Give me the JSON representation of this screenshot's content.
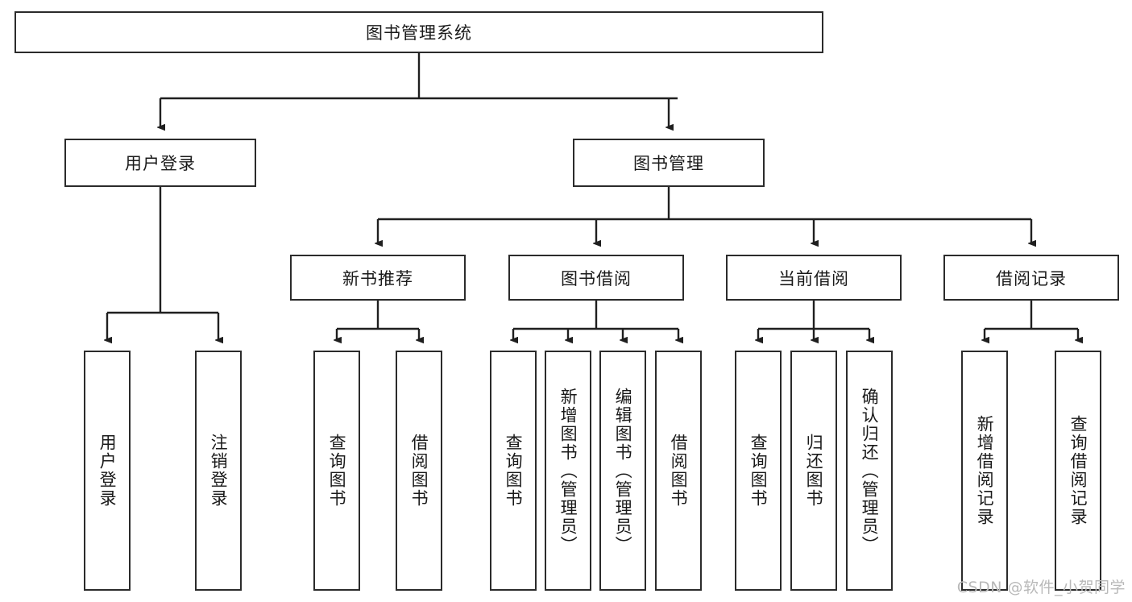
{
  "diagram": {
    "title": "图书管理系统",
    "type": "tree-hierarchy",
    "watermark": "CSDN @软件_小贺同学",
    "colors": {
      "box_border": "#2b2b2b",
      "box_fill": "#ffffff",
      "connector": "#1f1f1f",
      "text": "#1a1a1a",
      "watermark": "#b9b9b9",
      "background": "#ffffff"
    },
    "root": {
      "label": "图书管理系统"
    },
    "level1": [
      {
        "label": "用户登录"
      },
      {
        "label": "图书管理"
      }
    ],
    "level2": [
      {
        "label": "新书推荐"
      },
      {
        "label": "图书借阅"
      },
      {
        "label": "当前借阅"
      },
      {
        "label": "借阅记录"
      }
    ],
    "leaves": {
      "user_login": [
        {
          "label": "用户登录"
        },
        {
          "label": "注销登录"
        }
      ],
      "new_book_recommend": [
        {
          "label": "查询图书"
        },
        {
          "label": "借阅图书"
        }
      ],
      "book_borrow": [
        {
          "label": "查询图书"
        },
        {
          "label": "新增图书（管理员）"
        },
        {
          "label": "编辑图书（管理员）"
        },
        {
          "label": "借阅图书"
        }
      ],
      "current_borrow": [
        {
          "label": "查询图书"
        },
        {
          "label": "归还图书"
        },
        {
          "label": "确认归还（管理员）"
        }
      ],
      "borrow_record": [
        {
          "label": "新增借阅记录"
        },
        {
          "label": "查询借阅记录"
        }
      ]
    }
  }
}
